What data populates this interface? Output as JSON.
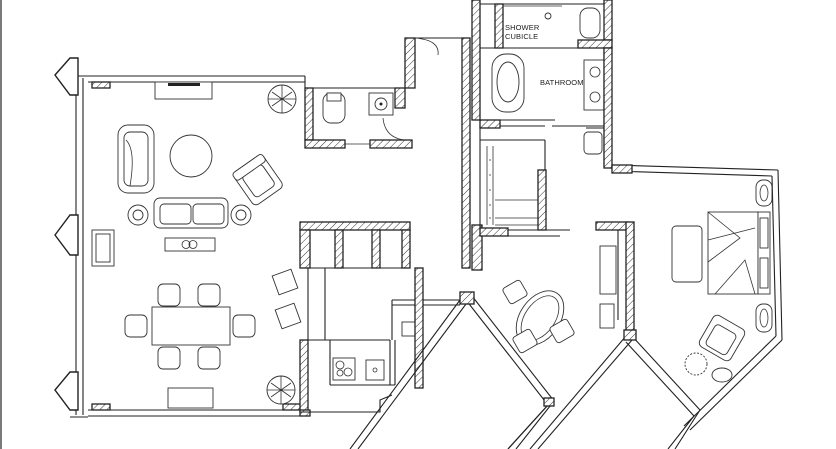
{
  "rooms": {
    "shower_label_line1": "SHOWER",
    "shower_label_line2": "CUBICLE",
    "bathroom_label": "BATHROOM"
  }
}
